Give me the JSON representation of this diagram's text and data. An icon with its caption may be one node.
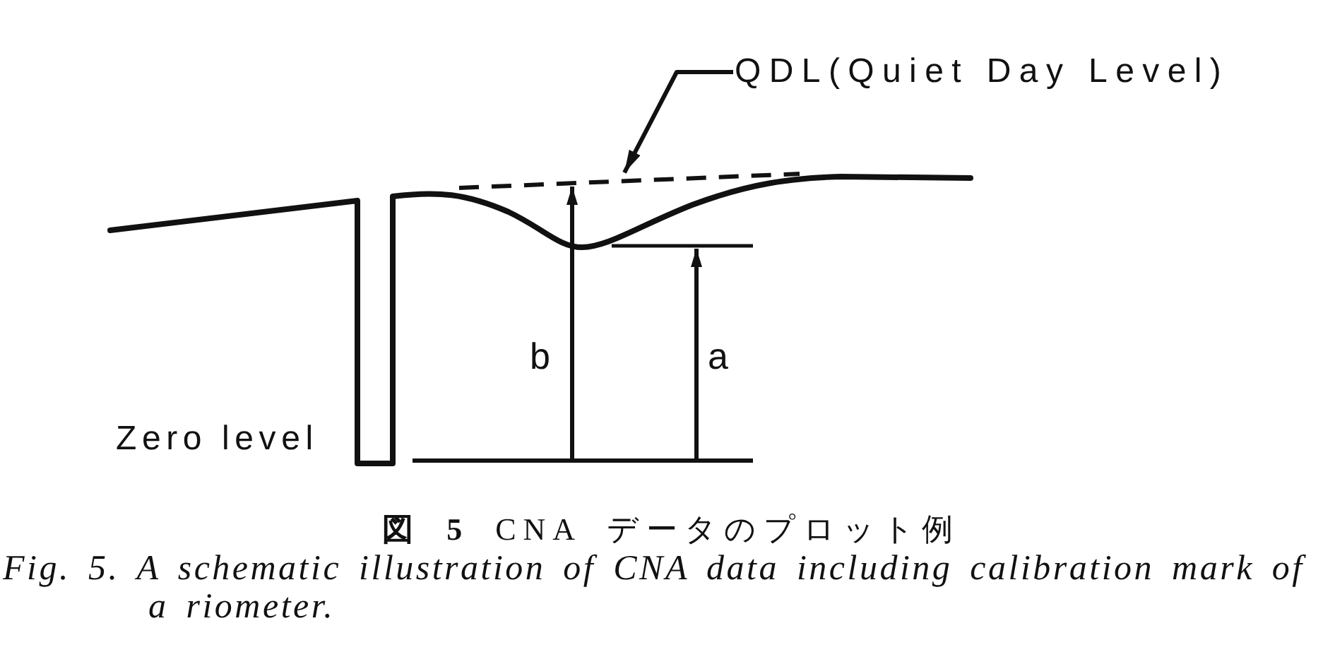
{
  "diagram": {
    "title": "**図 5** CNA データのプロット例",
    "caption": "Fig. 5. A schematic illustration of CNA data including calibration mark of a riometer.",
    "nodes": [
      {
        "text": [
          "QDL(Quiet Day Level)"
        ]
      },
      {
        "text": [],
        "shape": "line"
      }
    ],
    "edges": [
      {
        "from": 0,
        "to": 1,
        "arrow": "to"
      }
    ],
    "labels": [
      "b",
      "a",
      "Zero level"
    ]
  }
}
